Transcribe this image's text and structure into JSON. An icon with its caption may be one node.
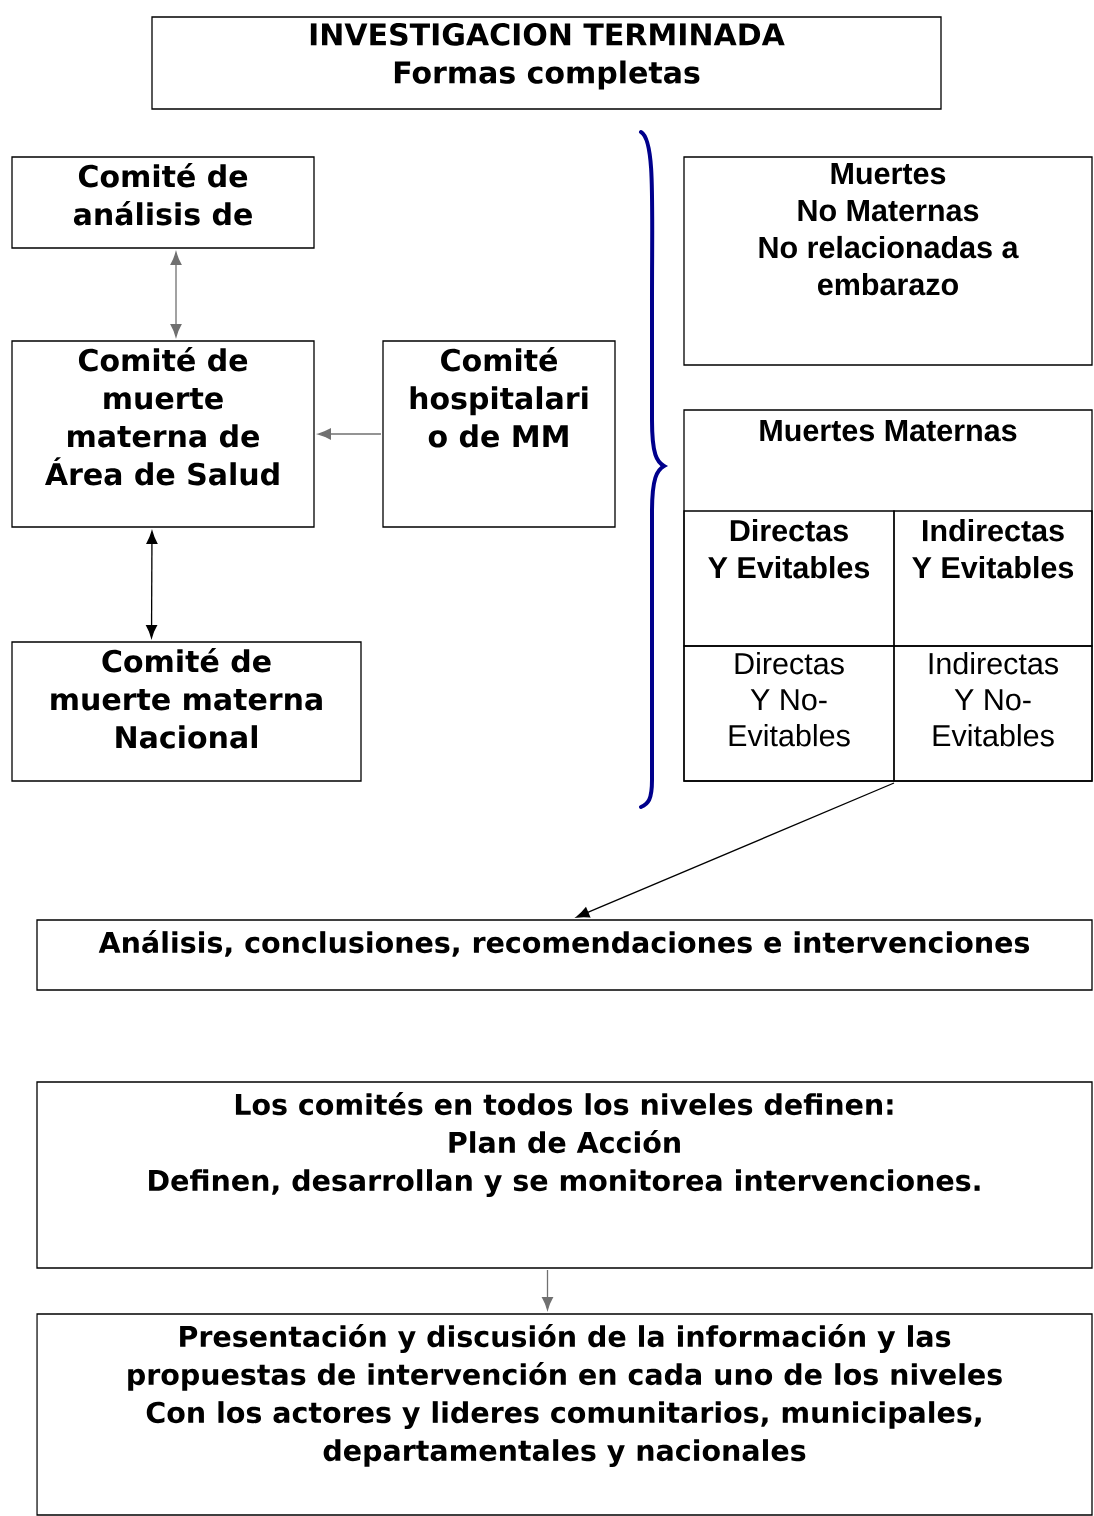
{
  "diagram": {
    "nodes": [
      {
        "text": [
          "INVESTIGACION TERMINADA",
          "Formas completas"
        ]
      },
      {
        "text": [
          "Comité de análisis de"
        ]
      },
      {
        "text": [
          "Comité de muerte materna de Área de Salud"
        ]
      },
      {
        "text": [
          "Comité hospitalari o de MM"
        ]
      },
      {
        "text": [
          "Comité de muerte materna Nacional"
        ]
      },
      {
        "text": [
          "Muertes",
          "No Maternas",
          "No relacionadas a embarazo"
        ]
      },
      {
        "text": [
          "Muertes Maternas"
        ]
      },
      {
        "text": [
          "Directas",
          "Y Evitables"
        ],
        "in": 6
      },
      {
        "text": [
          "Indirectas",
          "Y Evitables"
        ],
        "in": 6
      },
      {
        "text": [
          "Directas",
          "Y No-Evitables"
        ],
        "in": 6
      },
      {
        "text": [
          "Indirectas",
          "Y No-Evitables"
        ],
        "in": 6
      },
      {
        "text": [
          "Análisis, conclusiones, recomendaciones e intervenciones"
        ]
      },
      {
        "text": [
          "Los comités en todos los niveles definen:",
          "Plan de Acción",
          "Definen, desarrollan y se monitorea intervenciones."
        ]
      },
      {
        "text": [
          "Presentación y discusión de la información y las propuestas de intervención en cada uno de los niveles",
          "Con los actores y lideres comunitarios, municipales, departamentales y nacionales"
        ]
      }
    ],
    "edges": [
      {
        "from": 1,
        "to": 2,
        "arrow": "both"
      },
      {
        "from": 3,
        "to": 2,
        "arrow": "to"
      },
      {
        "from": 2,
        "to": 4,
        "arrow": "both",
        "color": "#000000"
      },
      {
        "from": 6,
        "to": 11,
        "arrow": "to",
        "color": "#000000"
      },
      {
        "from": 12,
        "to": 13,
        "arrow": "to"
      }
    ]
  }
}
